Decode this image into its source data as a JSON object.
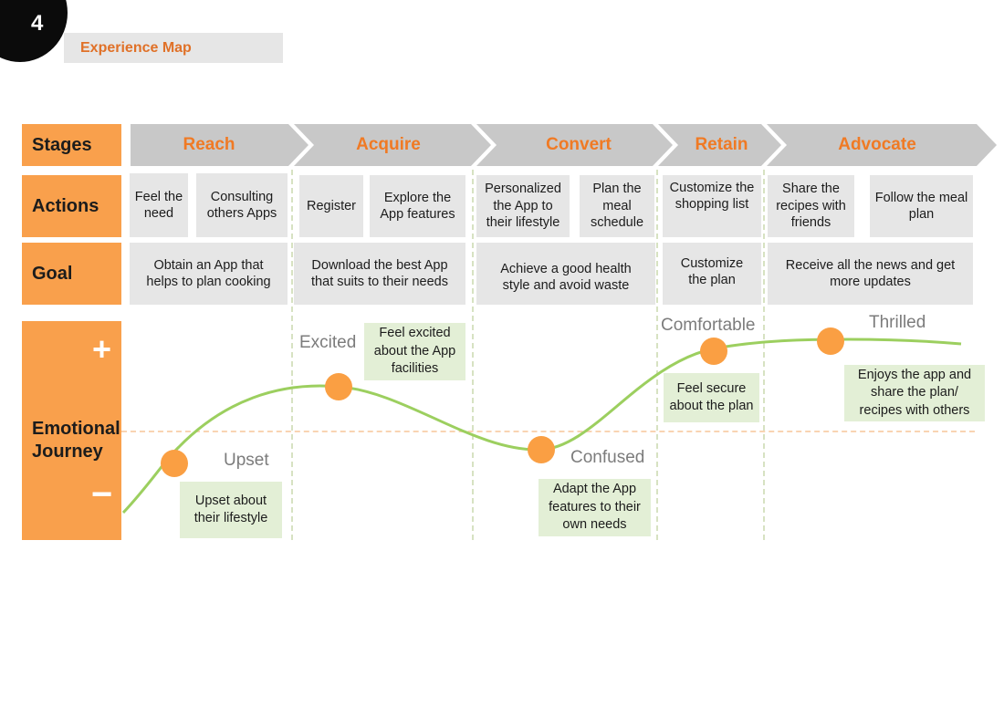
{
  "header": {
    "page_number": "4",
    "title": "Experience Map"
  },
  "row_labels": {
    "stages": "Stages",
    "actions": "Actions",
    "goal": "Goal",
    "emotion": "Emotional Journey",
    "plus": "+",
    "minus": "−"
  },
  "stages": [
    "Reach",
    "Acquire",
    "Convert",
    "Retain",
    "Advocate"
  ],
  "actions": [
    "Feel the need",
    "Consulting others Apps",
    "Register",
    "Explore the App features",
    "Personalized the App to their lifestyle",
    "Plan the meal schedule",
    "Customize the shopping list",
    "Share the recipes with friends",
    "Follow the meal plan"
  ],
  "goals": [
    "Obtain an App that helps to plan cooking",
    "Download the best App that suits to their needs",
    "Achieve a good health style and avoid waste",
    "Customize the plan",
    "Receive all the news and get more updates"
  ],
  "emotions": [
    {
      "label": "Upset",
      "note": "Upset about their lifestyle"
    },
    {
      "label": "Excited",
      "note": "Feel excited about the App facilities"
    },
    {
      "label": "Confused",
      "note": "Adapt the App features to their own needs"
    },
    {
      "label": "Comfortable",
      "note": "Feel secure about the plan"
    },
    {
      "label": "Thrilled",
      "note": "Enjoys the app and share the plan/ recipes with others"
    }
  ],
  "colors": {
    "accent_orange": "#f9a04c",
    "stage_text": "#f07a24",
    "chevron_grey": "#c8c8c8",
    "box_grey": "#e6e6e6",
    "note_green": "#e3efd6",
    "curve_green": "#9ccf5f",
    "marker_orange": "#fa9f43"
  }
}
